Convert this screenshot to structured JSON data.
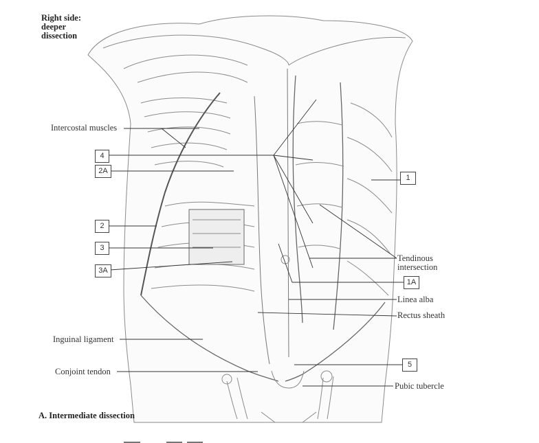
{
  "header": {
    "line1": "Right side:",
    "line2": "deeper",
    "line3": "dissection"
  },
  "caption": "A. Intermediate dissection",
  "labels": {
    "intercostal": "Intercostal muscles",
    "tendinous_1": "Tendinous",
    "tendinous_2": "intersection",
    "linea_alba": "Linea alba",
    "rectus_sheath": "Rectus sheath",
    "inguinal": "Inguinal ligament",
    "conjoint": "Conjoint tendon",
    "pubic": "Pubic tubercle"
  },
  "boxes": {
    "b4": "4",
    "b2a": "2A",
    "b1": "1",
    "b2": "2",
    "b3": "3",
    "b3a": "3A",
    "b1a": "1A",
    "b5": "5"
  },
  "colors": {
    "line": "#333333",
    "muscle_stroke": "#8a8a8a",
    "muscle_fill": "#f4f4f4"
  }
}
